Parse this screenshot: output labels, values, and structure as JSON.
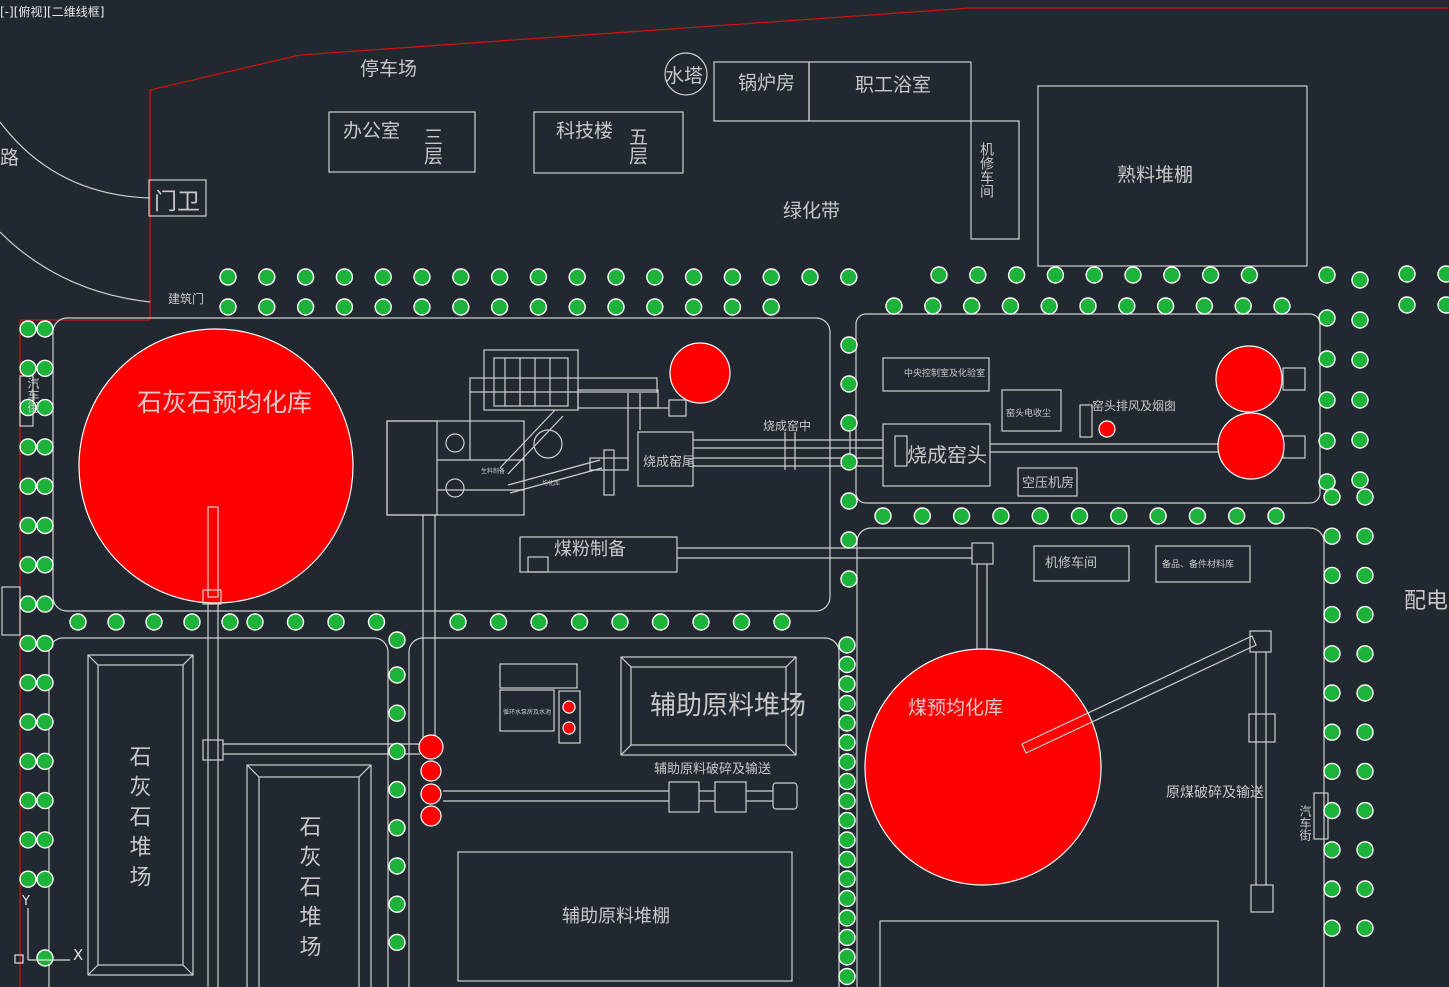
{
  "viewport_label": "[-][俯视][二维线框]",
  "axis": {
    "y": "Y",
    "x": "X"
  },
  "labels": {
    "parking": "停车场",
    "water_tower": "水塔",
    "boiler_room": "锅炉房",
    "staff_bath": "职工浴室",
    "road": "道路",
    "office": "办公室",
    "office_floors": "三层",
    "tech_building": "科技楼",
    "tech_floors": "五层",
    "guard": "门卫",
    "machine_repair_top": "机修车间",
    "clinker_shed": "熟料堆棚",
    "green_belt": "绿化带",
    "construction_gate": "建筑门",
    "limestone_pre_homogenizing": "石灰石预均化库",
    "kiln_middle": "烧成窑中",
    "kiln_tail": "烧成窑尾",
    "kiln_head": "烧成窑头",
    "central_control": "中央控制室及化验室",
    "kiln_head_dust": "窑头电收尘",
    "kiln_head_exhaust": "窑头排风及烟囱",
    "air_compressor": "空压机房",
    "raw_mill": "生料制备",
    "homogenizing_silo": "均化库",
    "car_street_left": "汽车街",
    "coal_powder": "煤粉制备",
    "machine_repair_right": "机修车间",
    "spare_parts": "备品、备件材料库",
    "power_dist": "配电",
    "circulating_water": "循环水泵房及水池",
    "aux_material_yard": "辅助原料堆场",
    "aux_crushing": "辅助原料破碎及输送",
    "coal_pre_homogenizing": "煤预均化库",
    "raw_coal_crushing": "原煤破碎及输送",
    "car_street_right": "汽车街",
    "limestone_yard_1": "石灰石堆场",
    "limestone_yard_2": "石灰石堆场",
    "aux_material_shed": "辅助原料堆棚"
  },
  "colors": {
    "background": "#212830",
    "lines": "#d0d0d0",
    "boundary": "#cc1111",
    "tree": "#1db33a",
    "silo": "#ff0000",
    "text": "#c8c8c8"
  }
}
